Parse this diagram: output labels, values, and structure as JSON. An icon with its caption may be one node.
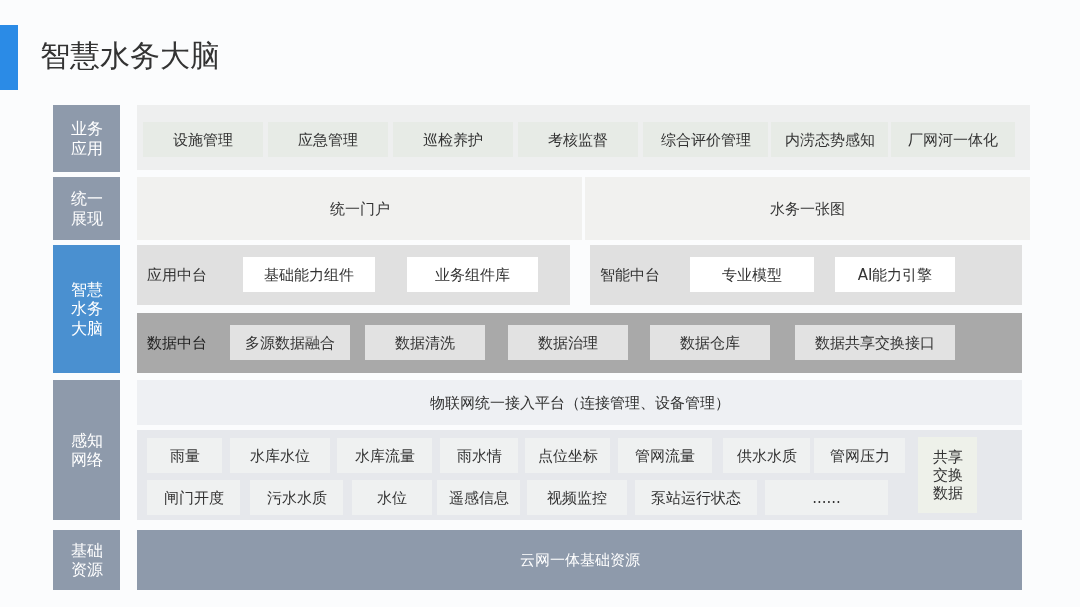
{
  "diagram": {
    "title": "智慧水务大脑",
    "nodes": [
      {
        "text": [
          "业务应用"
        ]
      },
      {
        "text": [
          "设施管理"
        ]
      },
      {
        "text": [
          "应急管理"
        ]
      },
      {
        "text": [
          "巡检养护"
        ]
      },
      {
        "text": [
          "考核监督"
        ]
      },
      {
        "text": [
          "综合评价管理"
        ]
      },
      {
        "text": [
          "内涝态势感知"
        ]
      },
      {
        "text": [
          "厂网河一体化"
        ]
      },
      {
        "text": [
          "统一展现"
        ]
      },
      {
        "text": [
          "统一门户"
        ]
      },
      {
        "text": [
          "水务一张图"
        ]
      },
      {
        "text": [
          "智慧水务大脑"
        ]
      },
      {
        "text": [
          "应用中台"
        ]
      },
      {
        "text": [
          "基础能力组件"
        ],
        "in": 12
      },
      {
        "text": [
          "业务组件库"
        ],
        "in": 12
      },
      {
        "text": [
          "智能中台"
        ]
      },
      {
        "text": [
          "专业模型"
        ],
        "in": 15
      },
      {
        "text": [
          "AI能力引擎"
        ],
        "in": 15
      },
      {
        "text": [
          "数据中台"
        ]
      },
      {
        "text": [
          "多源数据融合"
        ],
        "in": 18
      },
      {
        "text": [
          "数据清洗"
        ],
        "in": 18
      },
      {
        "text": [
          "数据治理"
        ],
        "in": 18
      },
      {
        "text": [
          "数据仓库"
        ],
        "in": 18
      },
      {
        "text": [
          "数据共享交换接口"
        ],
        "in": 18
      },
      {
        "text": [
          "感知网络"
        ]
      },
      {
        "text": [
          "物联网统一接入平台（连接管理、设备管理）"
        ]
      },
      {
        "text": [
          "雨量"
        ]
      },
      {
        "text": [
          "水库水位"
        ]
      },
      {
        "text": [
          "水库流量"
        ]
      },
      {
        "text": [
          "雨水情"
        ]
      },
      {
        "text": [
          "点位坐标"
        ]
      },
      {
        "text": [
          "管网流量"
        ]
      },
      {
        "text": [
          "供水水质"
        ]
      },
      {
        "text": [
          "管网压力"
        ]
      },
      {
        "text": [
          "闸门开度"
        ]
      },
      {
        "text": [
          "污水水质"
        ]
      },
      {
        "text": [
          "水位"
        ]
      },
      {
        "text": [
          "遥感信息"
        ]
      },
      {
        "text": [
          "视频监控"
        ]
      },
      {
        "text": [
          "泵站运行状态"
        ]
      },
      {
        "text": [
          "......"
        ]
      },
      {
        "text": [
          "共享交换数据"
        ]
      },
      {
        "text": [
          "基础资源"
        ]
      },
      {
        "text": [
          "云网一体基础资源"
        ]
      }
    ],
    "edges": []
  }
}
